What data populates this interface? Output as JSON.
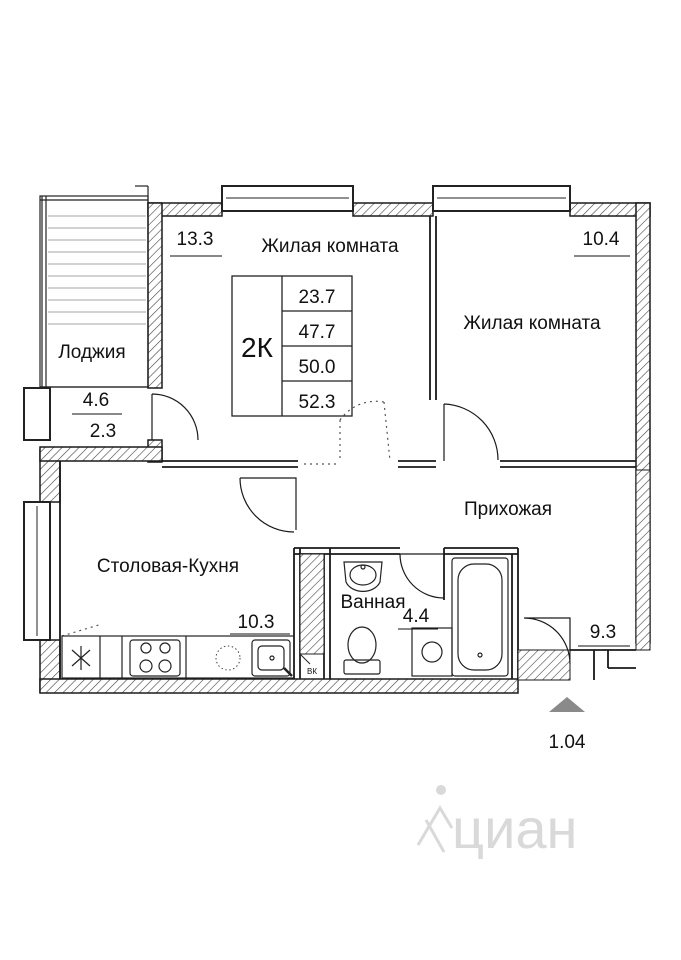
{
  "plan": {
    "type_label": "2К",
    "areas": [
      "23.7",
      "47.7",
      "50.0",
      "52.3"
    ],
    "rooms": {
      "living_room_1": "Жилая комната",
      "living_room_2": "Жилая комната",
      "loggia": "Лоджия",
      "hallway": "Прихожая",
      "kitchen_dining": "Столовая-Кухня",
      "bathroom": "Ванная"
    },
    "room_areas": {
      "living_room_1": "13.3",
      "living_room_2": "10.4",
      "loggia_full": "4.6",
      "loggia_reduced": "2.3",
      "kitchen_dining": "10.3",
      "bathroom": "4.4",
      "hallway": "9.3"
    },
    "niche_label": "ВК",
    "entrance_level": "1.04",
    "watermark": "циан"
  },
  "colors": {
    "wall": "#1a1a1a",
    "wall_fill": "#ffffff",
    "hatch": "#444444",
    "window": "#222222",
    "watermark": "#d9d9d9",
    "marker": "#8a8a8a"
  }
}
